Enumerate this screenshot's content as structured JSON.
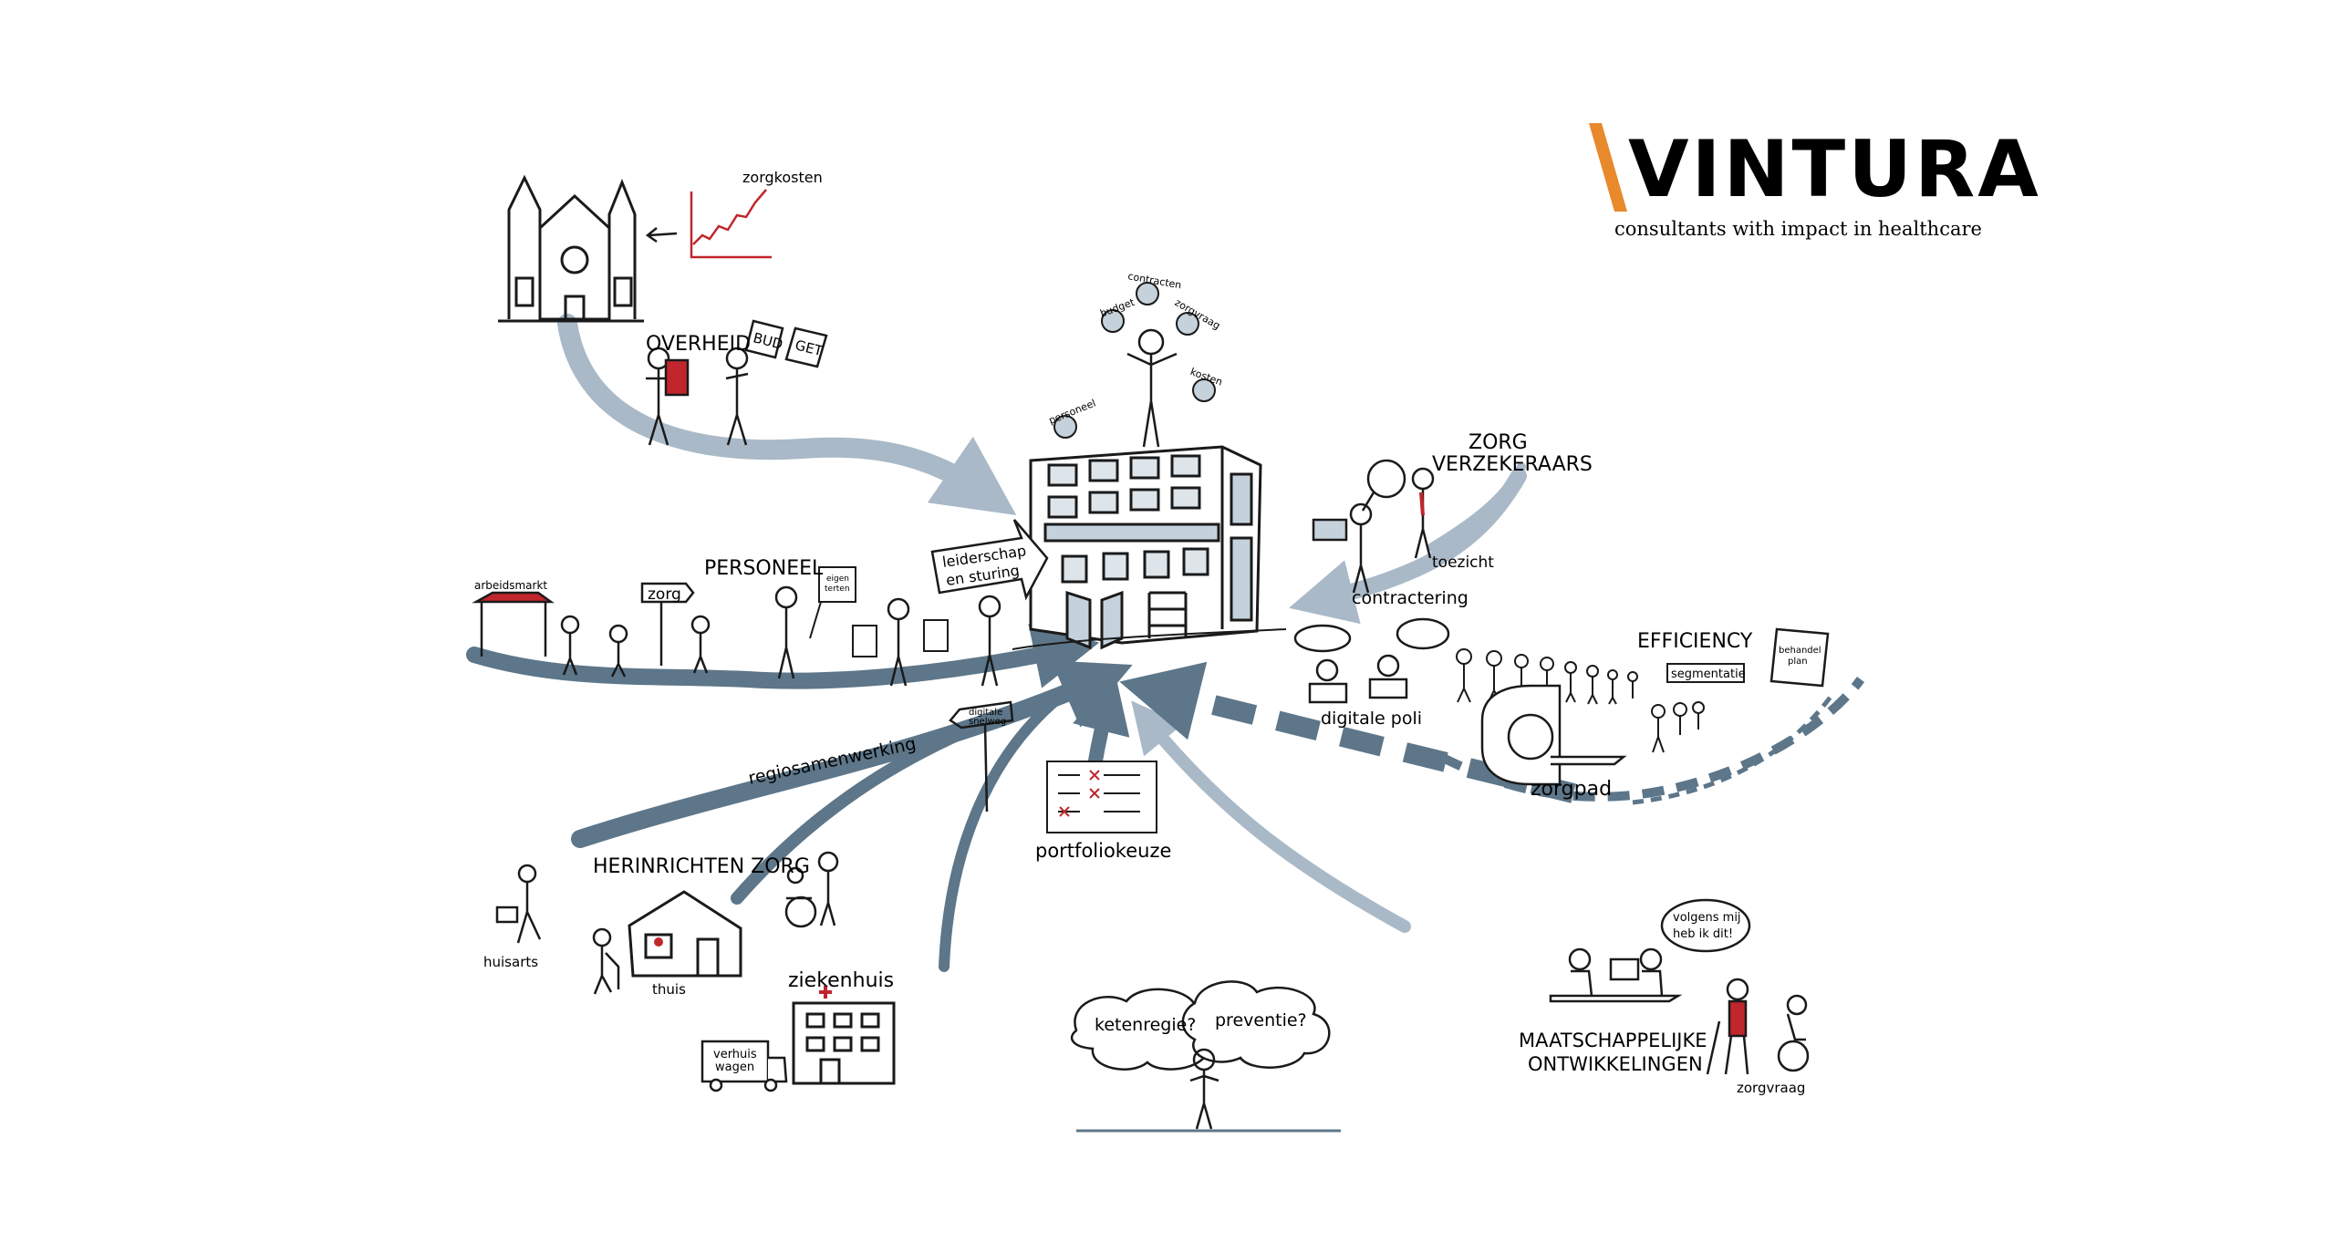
{
  "logo": {
    "word": "VINTURA",
    "tagline": "consultants with impact in healthcare"
  },
  "labels": {
    "zorgkosten": "zorgkosten",
    "overheid": "OVERHEID",
    "bud": "BUD",
    "get": "GET",
    "personeel_ball": "personeel",
    "budget_ball": "budget",
    "contracten_ball": "contracten",
    "zorgvraag_ball": "zorgvraag",
    "kosten_ball": "kosten",
    "zorgverzekeraars_1": "ZORG",
    "zorgverzekeraars_2": "VERZEKERAARS",
    "toezicht": "toezicht",
    "contractering": "contractering",
    "arbeidsmarkt": "arbeidsmarkt",
    "zorg_sign": "zorg",
    "personeel": "PERSONEEL",
    "eigen_1": "eigen",
    "eigen_2": "terten",
    "leiderschap_1": "leiderschap",
    "leiderschap_2": "en sturing",
    "efficiency": "EFFICIENCY",
    "behandelplan_1": "behandel",
    "behandelplan_2": "plan",
    "segmentatie": "segmentatie",
    "digitale_poli": "digitale poli",
    "zorgpad": "zorgpad",
    "digitale_snelweg_1": "digitale",
    "digitale_snelweg_2": "snelweg",
    "regiosamenwerking": "regiosamenwerking",
    "portfoliokeuze": "portfoliokeuze",
    "herinrichten_zorg": "HERINRICHTEN ZORG",
    "huisarts": "huisarts",
    "thuis": "thuis",
    "ziekenhuis": "ziekenhuis",
    "verhuiswagen_1": "verhuis",
    "verhuiswagen_2": "wagen",
    "ketenregie": "ketenregie?",
    "preventie": "preventie?",
    "volgens_1": "volgens mij",
    "volgens_2": "heb ik dit!",
    "maatschappelijke_1": "MAATSCHAPPELIJKE",
    "maatschappelijke_2": "ONTWIKKELINGEN",
    "zorgvraag": "zorgvraag"
  },
  "colors": {
    "arrow_light": "#a9b9c7",
    "arrow_dark": "#5d7689",
    "logo_navy": "#1b3b52",
    "logo_orange": "#e8892b",
    "accent_red": "#c0262c"
  }
}
